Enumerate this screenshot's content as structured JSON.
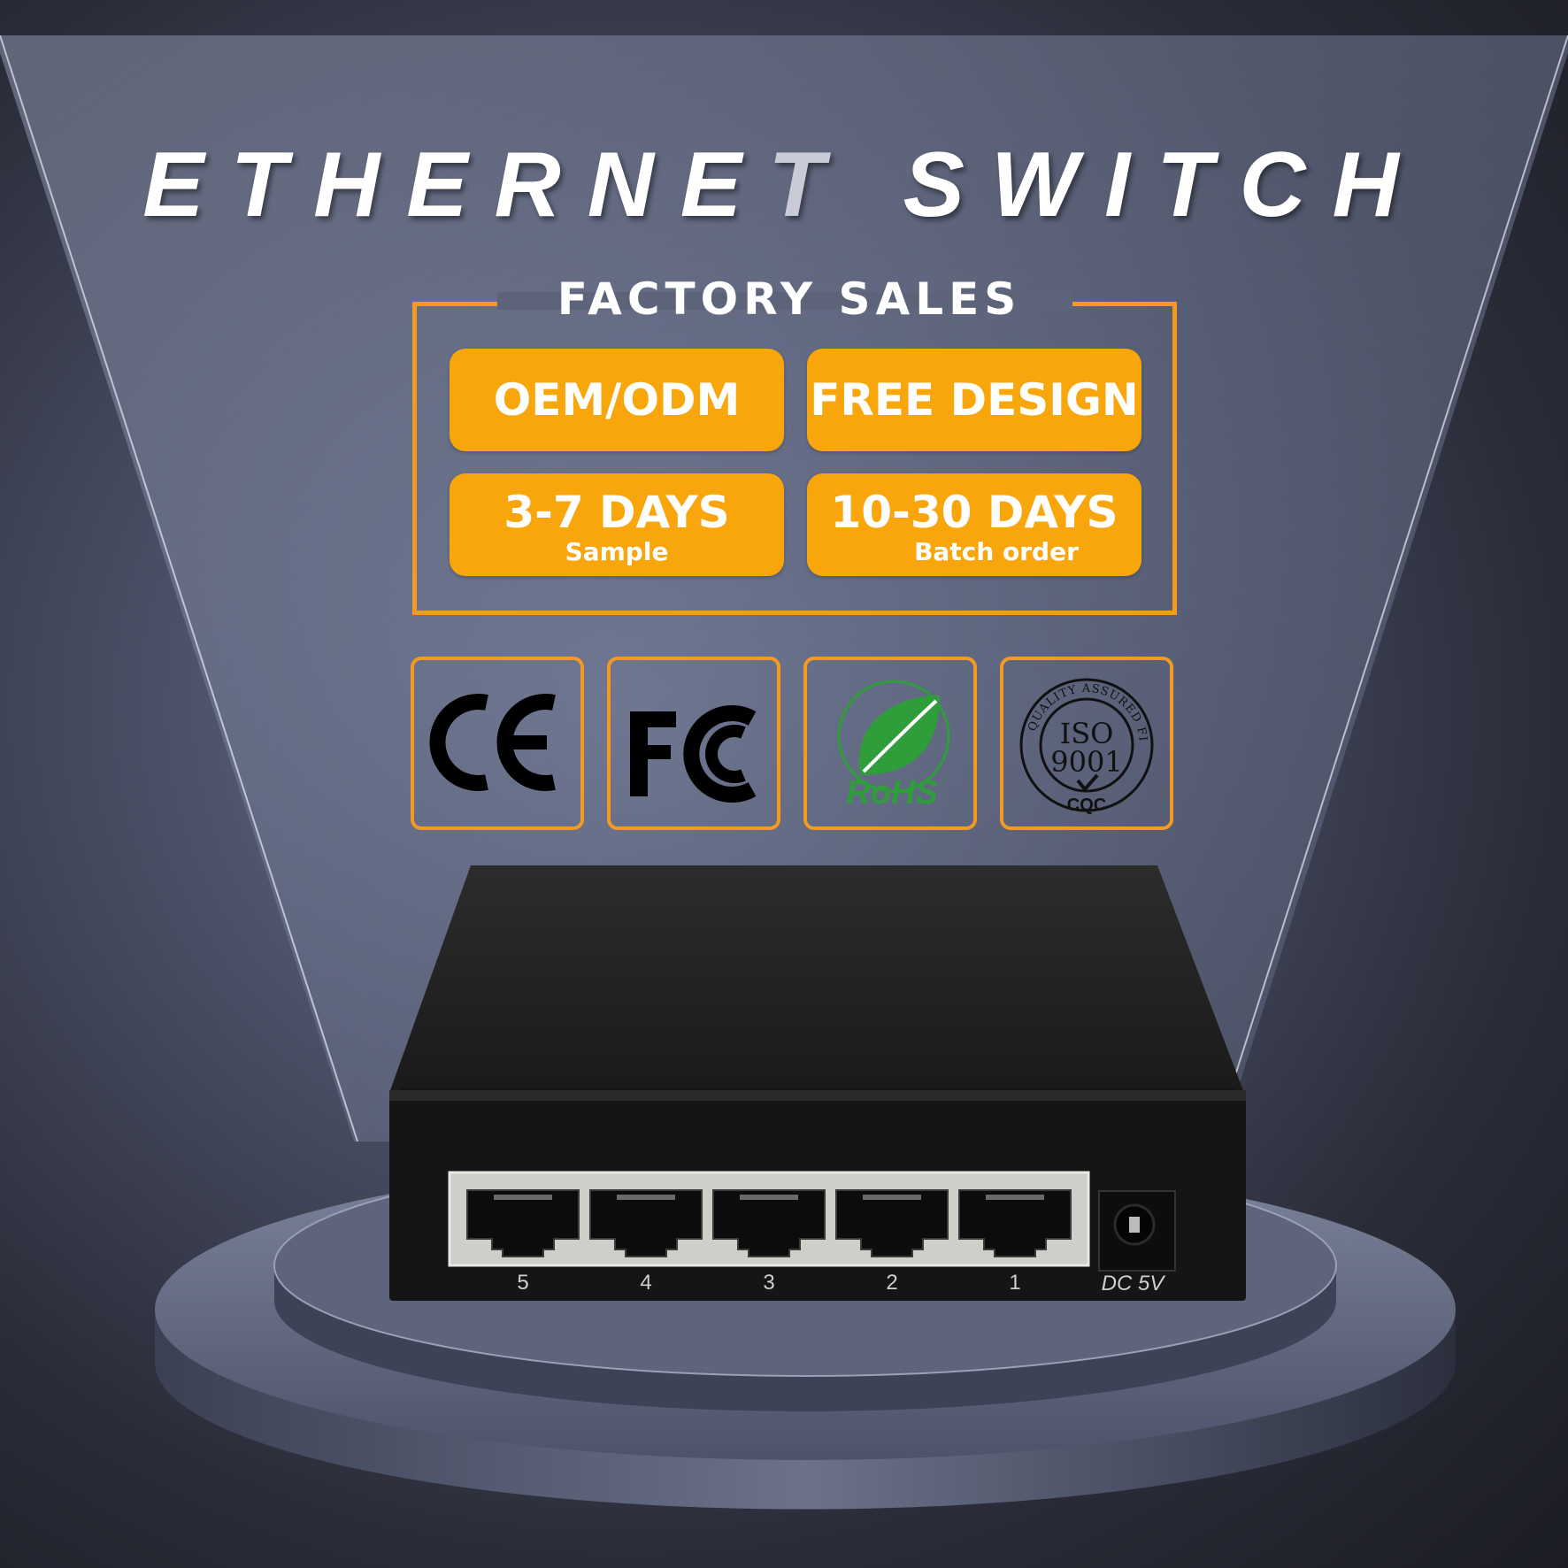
{
  "banner": {
    "title_part1": "ETHERNE",
    "title_part2": "T",
    "title_part3": " SWITCH"
  },
  "features": {
    "heading": "FACTORY SALES",
    "items": [
      {
        "label": "OEM/ODM",
        "sub": ""
      },
      {
        "label": "FREE DESIGN",
        "sub": ""
      },
      {
        "label": "3-7 DAYS",
        "sub": "Sample"
      },
      {
        "label": "10-30 DAYS",
        "sub": "Batch order"
      }
    ]
  },
  "certifications": [
    {
      "name": "CE",
      "icon": "ce-mark-icon"
    },
    {
      "name": "FC",
      "icon": "fcc-mark-icon"
    },
    {
      "name": "RoHS",
      "icon": "rohs-leaf-icon"
    },
    {
      "name": "ISO 9001",
      "icon": "iso-9001-seal-icon",
      "ring_text": "QUALITY ASSURED FIRM",
      "line1": "ISO",
      "line2": "9001",
      "footer": "CQC"
    }
  ],
  "device": {
    "port_labels": [
      "5",
      "4",
      "3",
      "2",
      "1"
    ],
    "power_label": "DC 5V"
  },
  "colors": {
    "accent": "#f9a50c",
    "frame": "#f29a22",
    "rohs_green": "#2f9e3a"
  }
}
